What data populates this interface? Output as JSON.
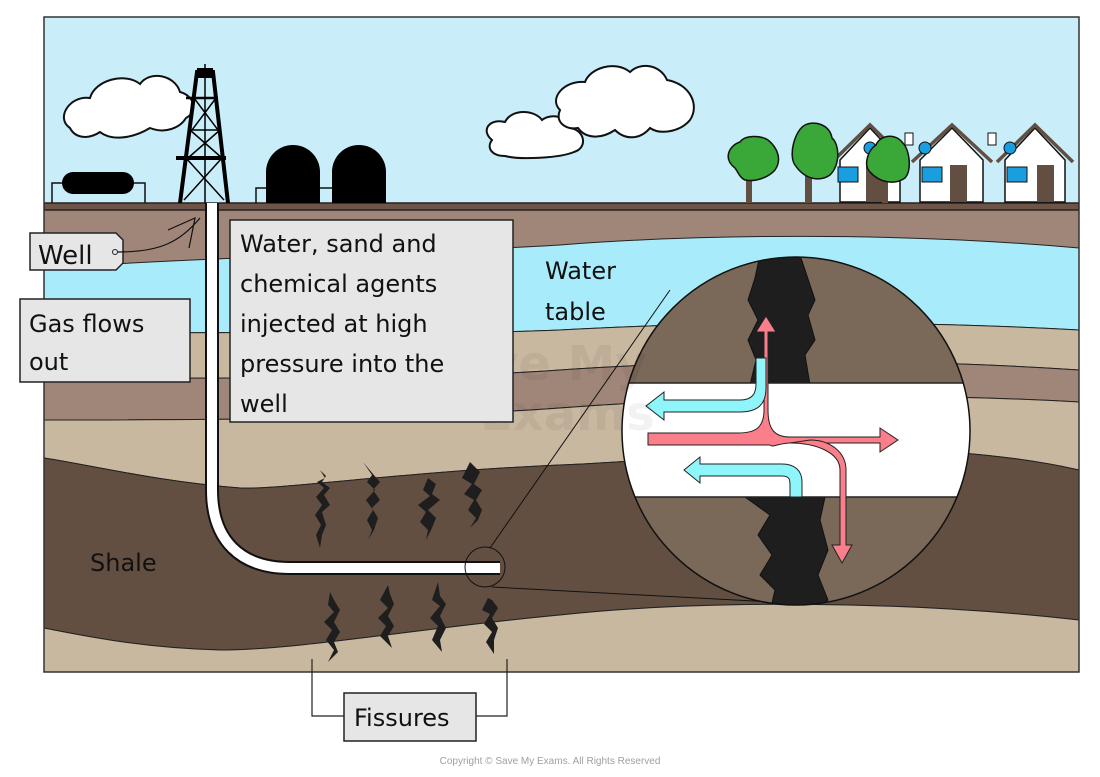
{
  "diagram": {
    "title": "Hydraulic fracturing (fracking) of shale gas",
    "labels": {
      "well": "Well",
      "gas_flows_out": [
        "Gas flows",
        "out"
      ],
      "injection": [
        "Water, sand and",
        "chemical agents",
        "injected at high",
        "pressure into the",
        "well"
      ],
      "water_table": [
        "Water",
        "table"
      ],
      "shale": "Shale",
      "fissures": "Fissures"
    },
    "watermark": [
      "Save My",
      "Exams"
    ],
    "colors": {
      "sky": "#c9eefa",
      "topsoil": "#a08678",
      "topsoil_edge": "#6e5446",
      "water_table": "#a8ecfb",
      "sand_layer": "#c9b8a0",
      "rock_layer": "#a08678",
      "shale": "#634f42",
      "magnified_rock": "#7a6858",
      "fissure": "#1e1e1e",
      "label_box": "#e6e6e6",
      "tree": "#3aa838",
      "window": "#1a9ee0",
      "door": "#634f42",
      "arrow_gas": "#fb7f8a",
      "arrow_water": "#8ef5fb"
    },
    "surface_objects": [
      "storage-tank-horizontal",
      "drilling-rig",
      "storage-tank-dome",
      "storage-tank-dome",
      "cloud",
      "cloud",
      "cloud",
      "tree",
      "tree",
      "tree",
      "house",
      "house",
      "house"
    ]
  },
  "footer": {
    "copyright": "Copyright © Save My Exams. All Rights Reserved"
  }
}
